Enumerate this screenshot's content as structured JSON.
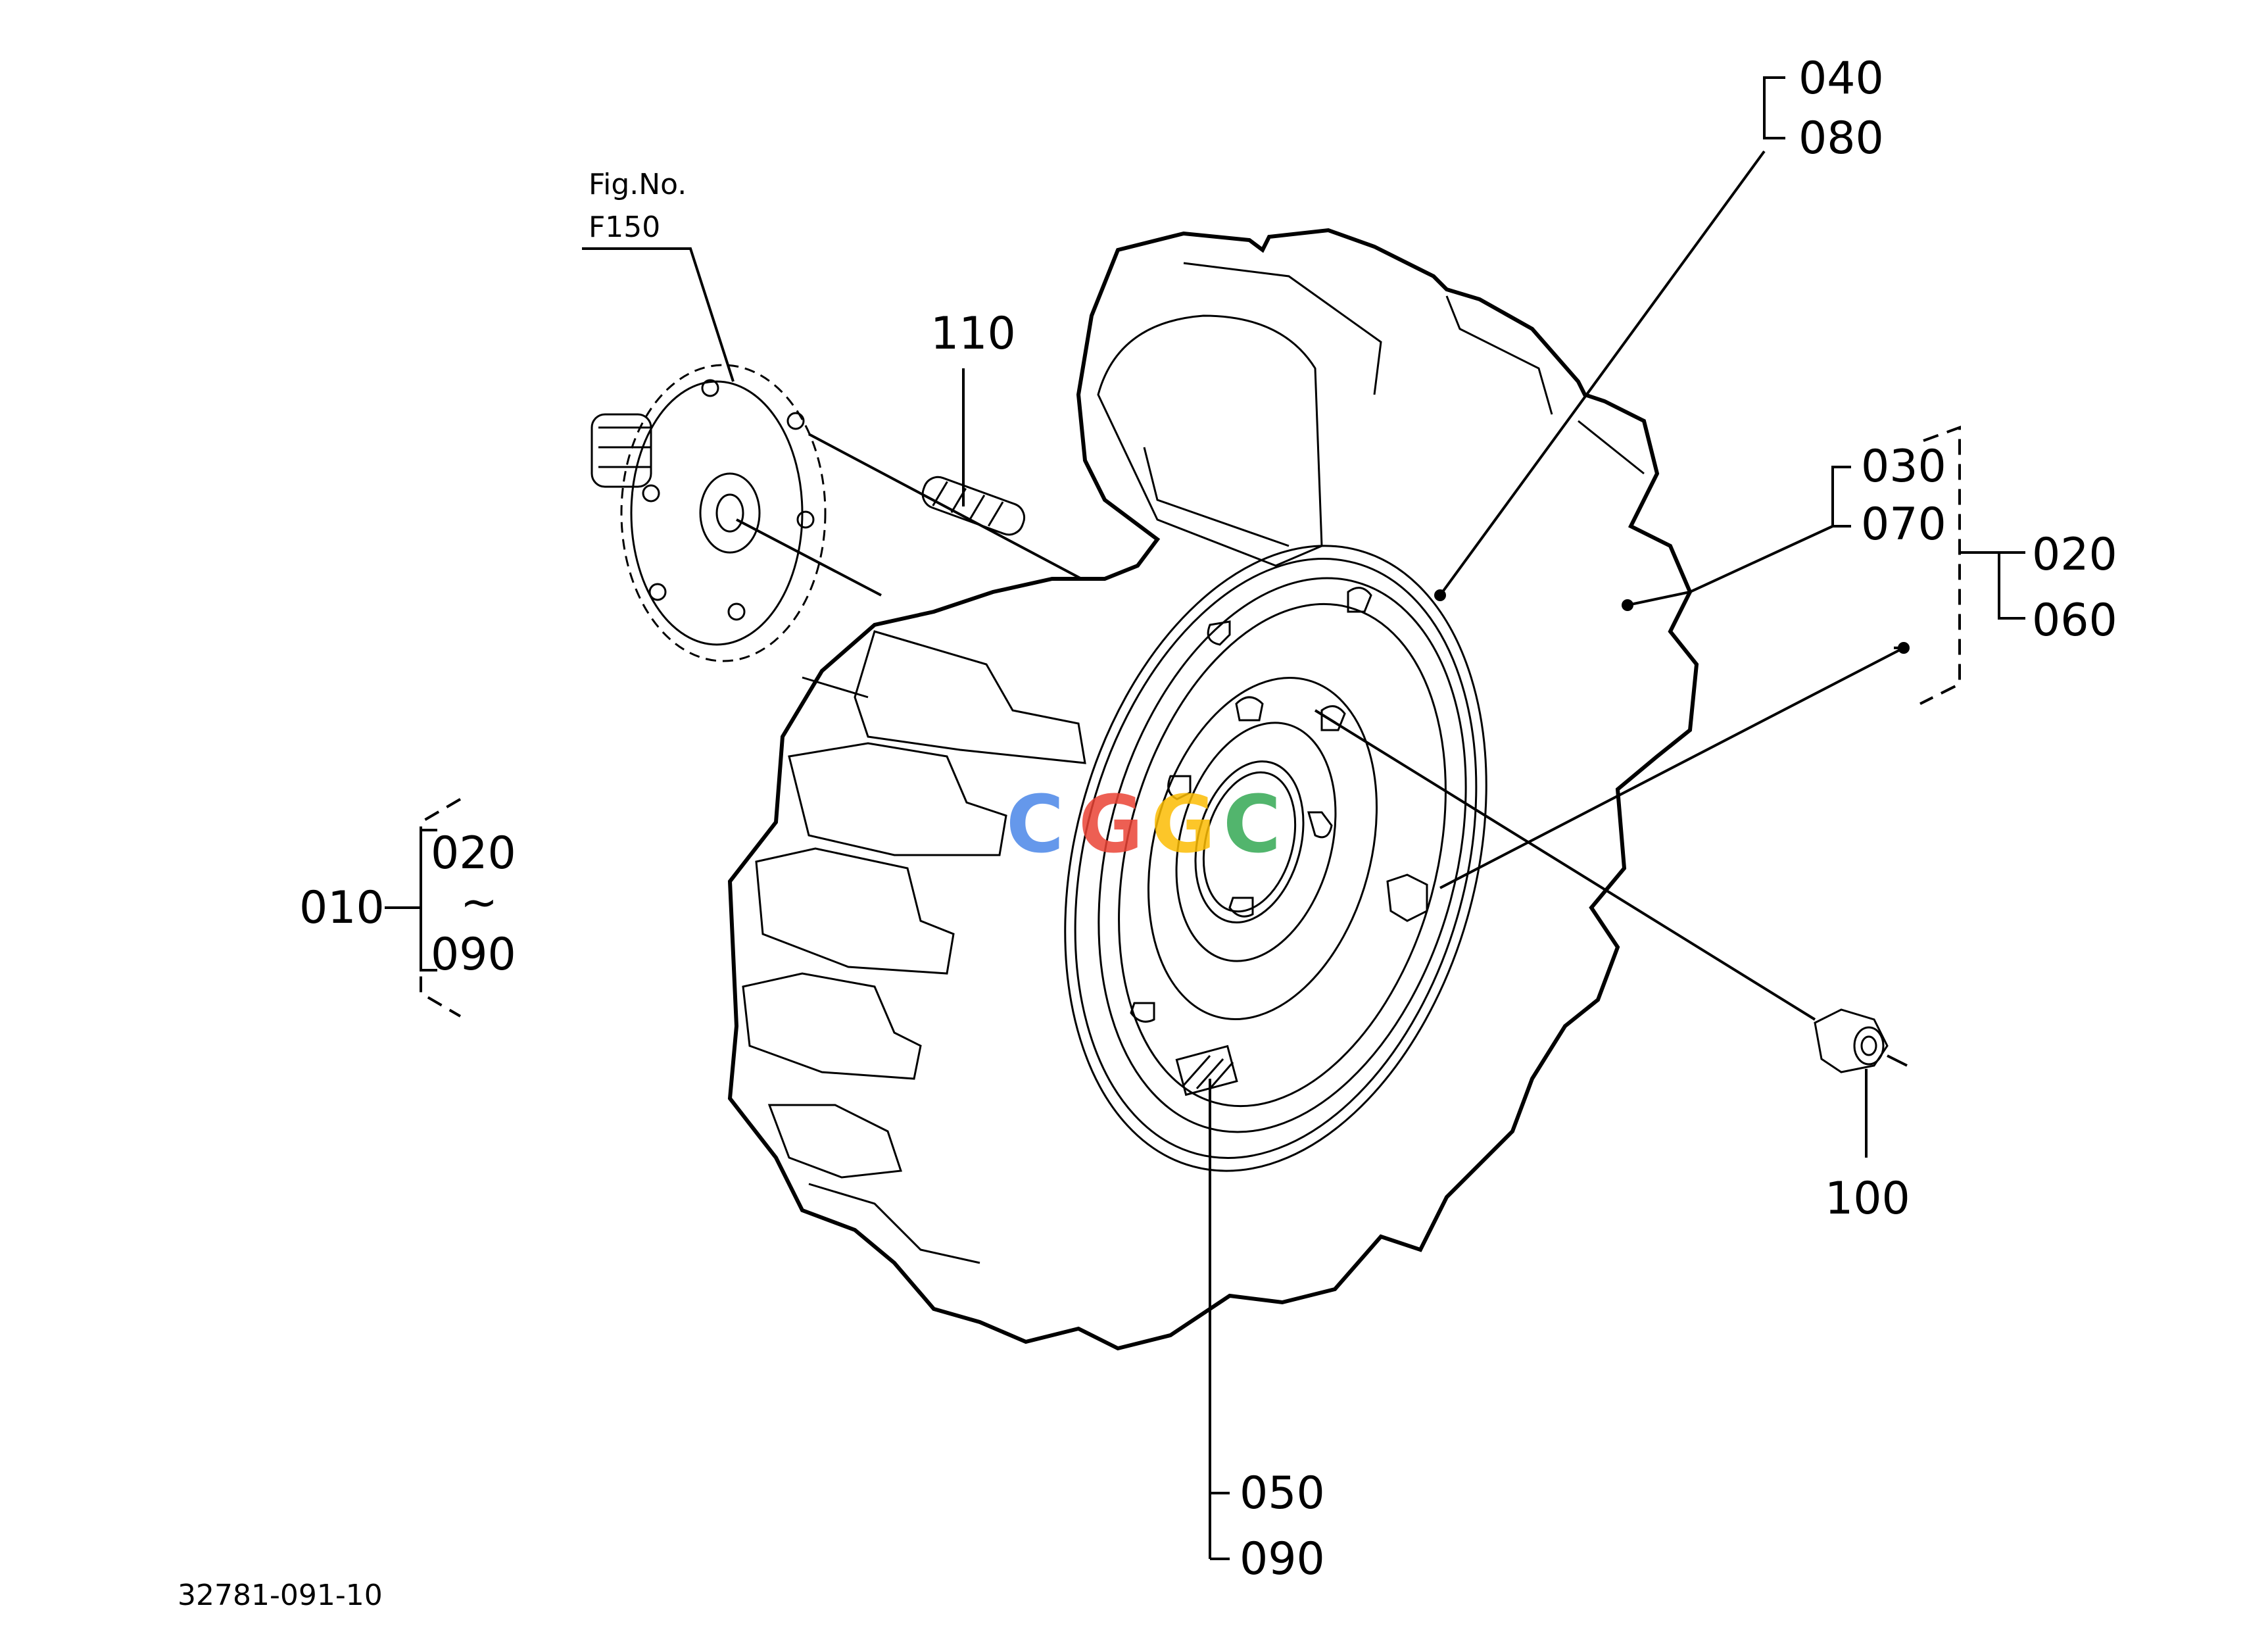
{
  "figure_ref": {
    "line1": "Fig.No.",
    "line2": "F150"
  },
  "callouts": {
    "c110": "110",
    "c040": "040",
    "c080": "080",
    "c030": "030",
    "c070": "070",
    "c020_right": "020",
    "c060": "060",
    "c010": "010",
    "c020_left": "020",
    "tilde": "~",
    "c090_left": "090",
    "c100": "100",
    "c050": "050",
    "c090_bottom": "090"
  },
  "drawing_number": "32781-091-10",
  "watermark": {
    "letters": [
      "C",
      "G",
      "G",
      "C"
    ],
    "colors": [
      "#4a86e8",
      "#ea4335",
      "#fbbc04",
      "#34a853"
    ]
  }
}
